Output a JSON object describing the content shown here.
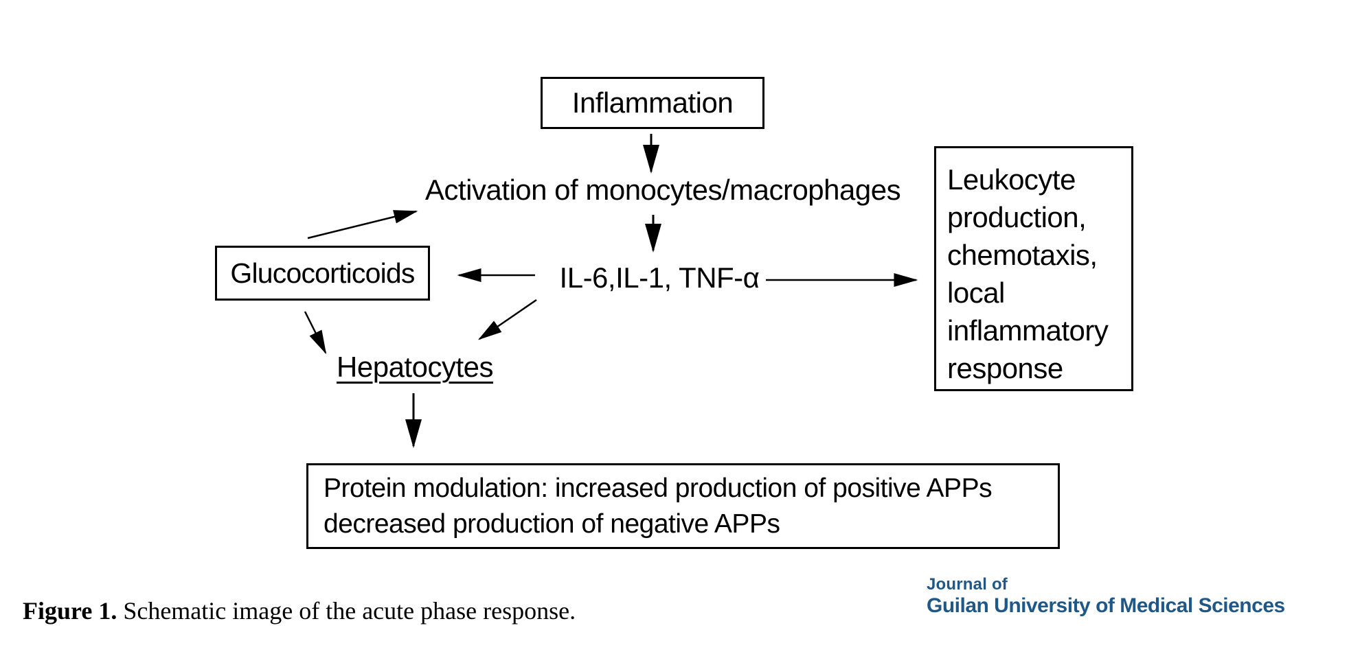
{
  "figure": {
    "nodes": {
      "inflammation": "Inflammation",
      "activation": "Activation of monocytes/macrophages",
      "cytokines": "IL-6,IL-1, TNF-α",
      "glucocorticoids": "Glucocorticoids",
      "hepatocytes": "Hepatocytes",
      "leukocyte_lines": [
        "Leukocyte",
        "production,",
        "chemotaxis,",
        "local",
        "inflammatory",
        "response"
      ],
      "protein_lines": [
        "Protein modulation: increased production of positive APPs",
        "decreased production of negative APPs"
      ]
    },
    "edges": [
      {
        "from": "Inflammation",
        "to": "Activation of monocytes/macrophages"
      },
      {
        "from": "Activation of monocytes/macrophages",
        "to": "IL-6,IL-1, TNF-α"
      },
      {
        "from": "IL-6,IL-1, TNF-α",
        "to": "Glucocorticoids"
      },
      {
        "from": "IL-6,IL-1, TNF-α",
        "to": "Leukocyte production, chemotaxis, local inflammatory response"
      },
      {
        "from": "IL-6,IL-1, TNF-α",
        "to": "Hepatocytes"
      },
      {
        "from": "Glucocorticoids",
        "to": "Activation of monocytes/macrophages"
      },
      {
        "from": "Glucocorticoids",
        "to": "Hepatocytes"
      },
      {
        "from": "Hepatocytes",
        "to": "Protein modulation"
      }
    ],
    "caption": {
      "label": "Figure 1.",
      "text": " Schematic image of the acute phase response."
    },
    "logo": {
      "line1": "Journal of",
      "line2": "Guilan University of Medical Sciences",
      "color": "#1f5886"
    }
  }
}
